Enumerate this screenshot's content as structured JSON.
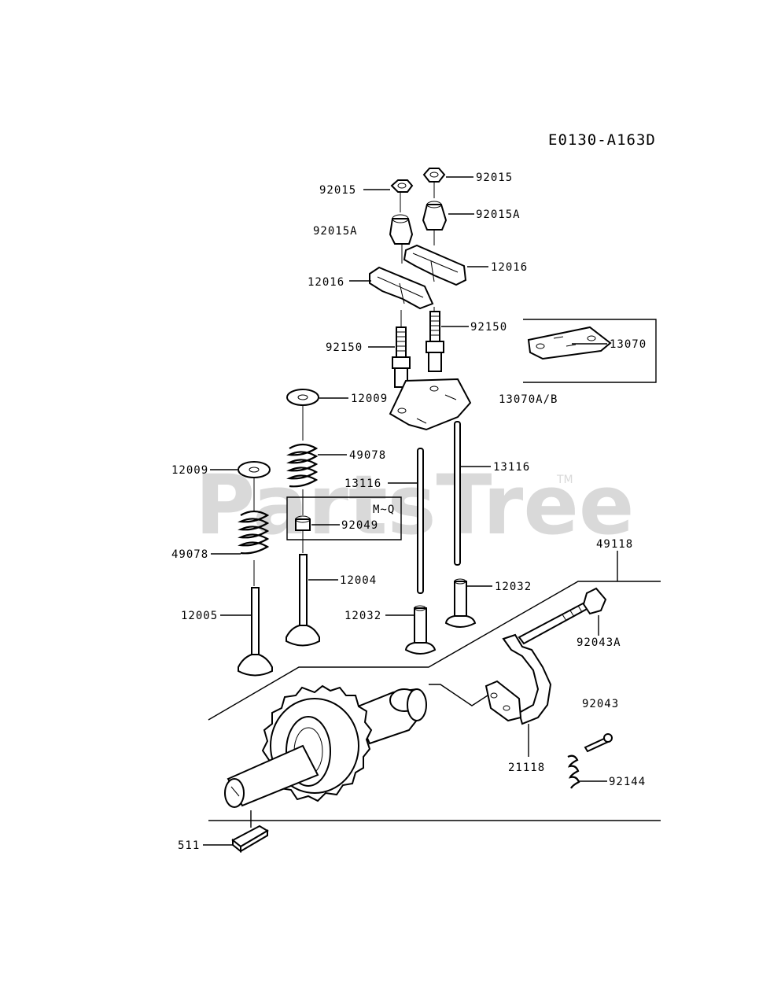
{
  "diagram_code": "E0130-A163D",
  "watermark": "PartsTree",
  "watermark_tm": "TM",
  "subassembly_label": "M~Q",
  "parts": {
    "nut_left": "92015",
    "nut_right": "92015",
    "adjuster_left": "92015A",
    "adjuster_right": "92015A",
    "rocker_left": "12016",
    "rocker_right": "12016",
    "stud_left": "92150",
    "stud_right": "92150",
    "plate_detail": "13070",
    "plate_ref": "13070A/B",
    "retainer_top": "12009",
    "retainer_left": "12009",
    "spring_top": "49078",
    "spring_left": "49078",
    "pushrod_left": "13116",
    "pushrod_right": "13116",
    "valve_seal": "92049",
    "valve_right": "12004",
    "valve_left": "12005",
    "tappet_left": "12032",
    "tappet_right": "12032",
    "camshaft": "49118",
    "bolt": "92043A",
    "pin": "92043",
    "lever": "21118",
    "spring_small": "92144",
    "key": "511"
  }
}
